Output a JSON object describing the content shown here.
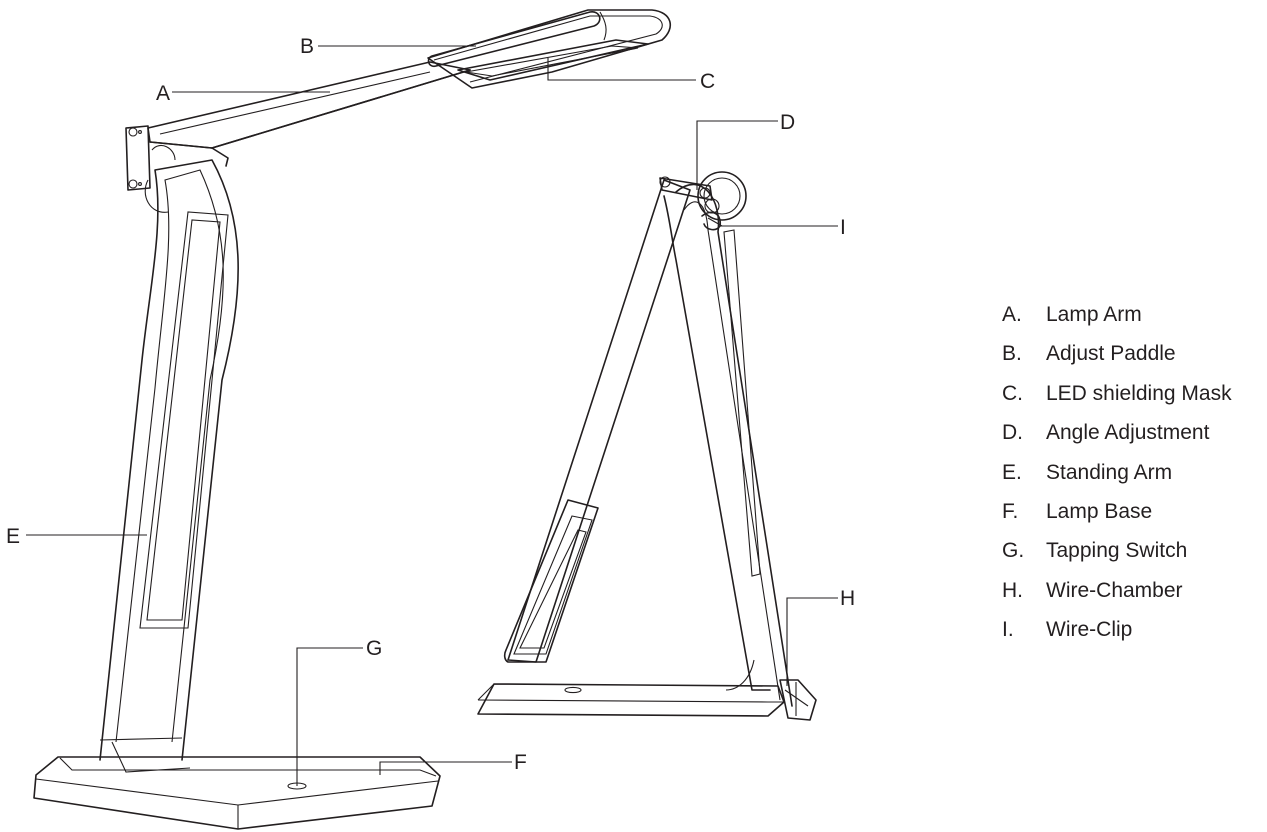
{
  "callouts": {
    "a": "A",
    "b": "B",
    "c": "C",
    "d": "D",
    "e": "E",
    "f": "F",
    "g": "G",
    "h": "H",
    "i": "I"
  },
  "legend": [
    {
      "letter": "A.",
      "label": "Lamp Arm"
    },
    {
      "letter": "B.",
      "label": "Adjust Paddle"
    },
    {
      "letter": "C.",
      "label": "LED shielding Mask"
    },
    {
      "letter": "D.",
      "label": "Angle Adjustment"
    },
    {
      "letter": "E.",
      "label": "Standing Arm"
    },
    {
      "letter": "F.",
      "label": "Lamp Base"
    },
    {
      "letter": "G.",
      "label": "Tapping Switch"
    },
    {
      "letter": "H.",
      "label": "Wire-Chamber"
    },
    {
      "letter": "I.",
      "label": "Wire-Clip"
    }
  ],
  "colors": {
    "ink": "#231f20",
    "background": "#ffffff"
  }
}
